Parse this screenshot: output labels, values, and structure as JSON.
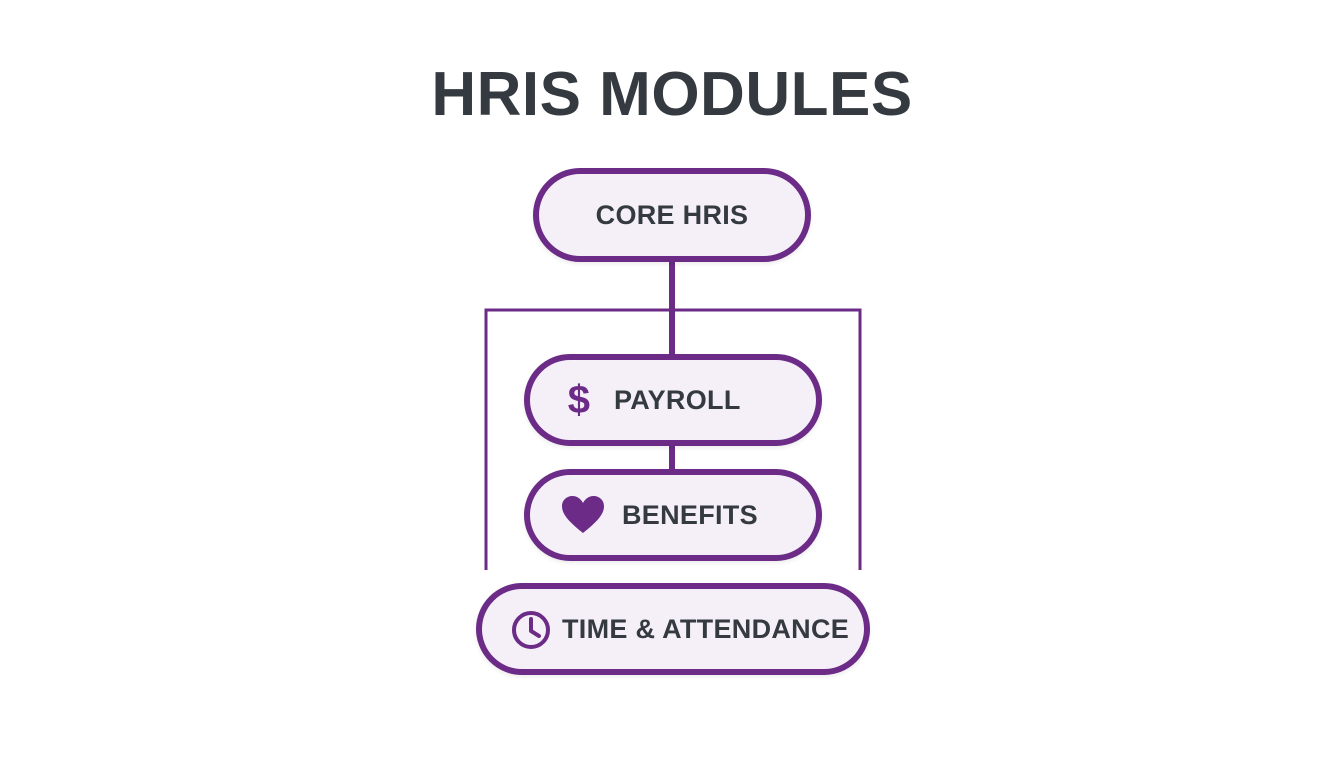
{
  "title": "HRIS MODULES",
  "colors": {
    "accent": "#6b2b87",
    "node_fill": "#f5eff8",
    "text": "#343a40",
    "background": "#ffffff"
  },
  "nodes": {
    "core": {
      "label": "CORE HRIS"
    },
    "payroll": {
      "label": "PAYROLL",
      "icon": "dollar-icon",
      "icon_glyph": "$"
    },
    "benefits": {
      "label": "BENEFITS",
      "icon": "heart-icon"
    },
    "time": {
      "label": "TIME & ATTENDANCE",
      "icon": "clock-icon"
    }
  }
}
